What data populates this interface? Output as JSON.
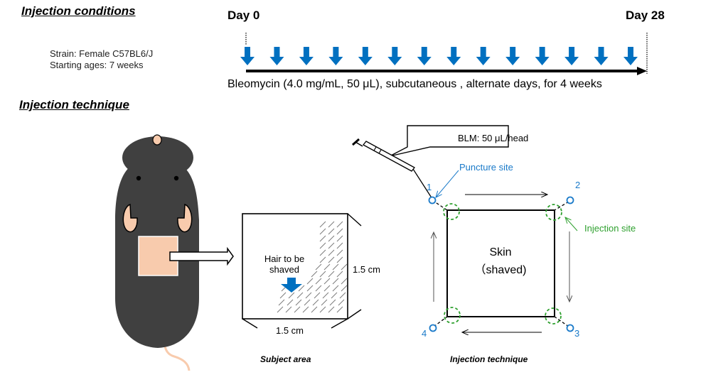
{
  "sections": {
    "conditions_title": "Injection conditions",
    "technique_title": "Injection technique"
  },
  "conditions": {
    "strain": "Strain: Female C57BL6/J",
    "starting_age": "Starting ages: 7 weeks"
  },
  "timeline": {
    "start_label": "Day 0",
    "end_label": "Day 28",
    "injection_count": 14,
    "caption": "Bleomycin (4.0 mg/mL, 50 μL), subcutaneous , alternate days, for 4 weeks",
    "arrow_color": "#0070c0"
  },
  "subject_area": {
    "hair_label_line1": "Hair to be",
    "hair_label_line2": "shaved",
    "width_label": "1.5 cm",
    "height_label": "1.5 cm",
    "caption": "Subject area"
  },
  "technique": {
    "callout": "BLM: 50 μL/head",
    "puncture_label": "Puncture site",
    "injection_label": "Injection site",
    "skin_line1": "Skin",
    "skin_line2": "（shaved)",
    "sites": [
      "1",
      "2",
      "3",
      "4"
    ],
    "caption": "Injection technique"
  },
  "colors": {
    "mouse_body": "#404040",
    "mouse_skin": "#f8cbad",
    "puncture_blue": "#1a7ac9",
    "injection_green": "#2ea02e"
  }
}
